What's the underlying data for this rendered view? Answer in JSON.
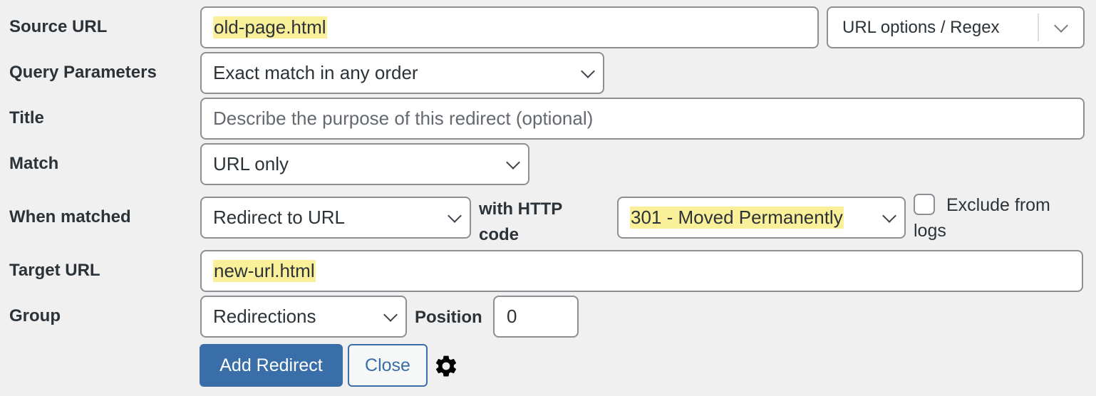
{
  "form": {
    "source_url": {
      "label": "Source URL",
      "value": "old-page.html",
      "options_label": "URL options / Regex"
    },
    "query_parameters": {
      "label": "Query Parameters",
      "value": "Exact match in any order"
    },
    "title": {
      "label": "Title",
      "placeholder": "Describe the purpose of this redirect (optional)"
    },
    "match": {
      "label": "Match",
      "value": "URL only"
    },
    "when_matched": {
      "label": "When matched",
      "action": "Redirect to URL",
      "http_label_line1": "with HTTP",
      "http_label_line2": "code",
      "http_code": "301 - Moved Permanently",
      "exclude_line1": "Exclude from",
      "exclude_line2": "logs",
      "exclude_checked": false
    },
    "target_url": {
      "label": "Target URL",
      "value": "new-url.html"
    },
    "group": {
      "label": "Group",
      "value": "Redirections",
      "position_label": "Position",
      "position_value": "0"
    }
  },
  "actions": {
    "add_label": "Add Redirect",
    "close_label": "Close",
    "settings_icon": "gear-icon"
  },
  "colors": {
    "primary": "#3a6ea9",
    "highlight": "#fbf09a",
    "background": "#f0f0f1",
    "border": "#8c8f94"
  }
}
